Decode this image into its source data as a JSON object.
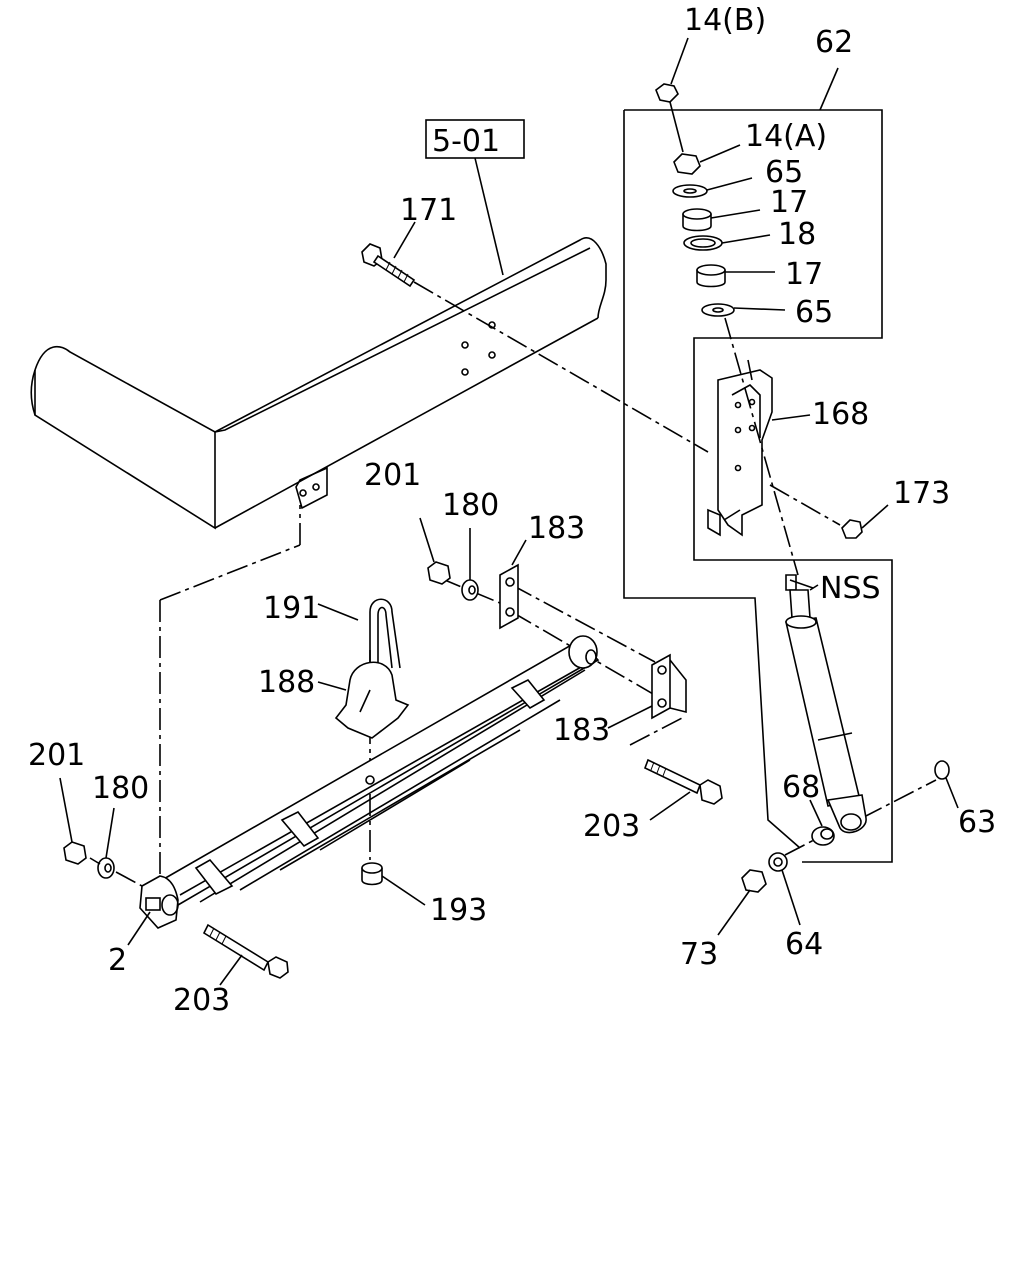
{
  "diagram": {
    "ref_box": "5-01",
    "callouts": {
      "c14b": "14(B)",
      "c62": "62",
      "c14a": "14(A)",
      "c65a": "65",
      "c17a": "17",
      "c18": "18",
      "c17b": "17",
      "c65b": "65",
      "c168": "168",
      "c173": "173",
      "c171": "171",
      "c201a": "201",
      "c180a": "180",
      "c183a": "183",
      "cNSS": "NSS",
      "c191": "191",
      "c188": "188",
      "c183b": "183",
      "c201b": "201",
      "c180b": "180",
      "c68": "68",
      "c63": "63",
      "c203a": "203",
      "c193": "193",
      "c2": "2",
      "c73": "73",
      "c64": "64",
      "c203b": "203"
    }
  }
}
